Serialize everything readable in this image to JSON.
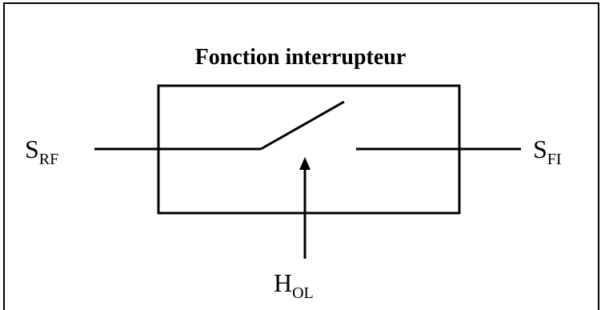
{
  "title": "Fonction interrupteur",
  "labels": {
    "input": {
      "main": "S",
      "sub": "RF"
    },
    "output": {
      "main": "S",
      "sub": "FI"
    },
    "control": {
      "main": "H",
      "sub": "OL"
    }
  },
  "colors": {
    "stroke": "#000000",
    "background": "#ffffff"
  }
}
